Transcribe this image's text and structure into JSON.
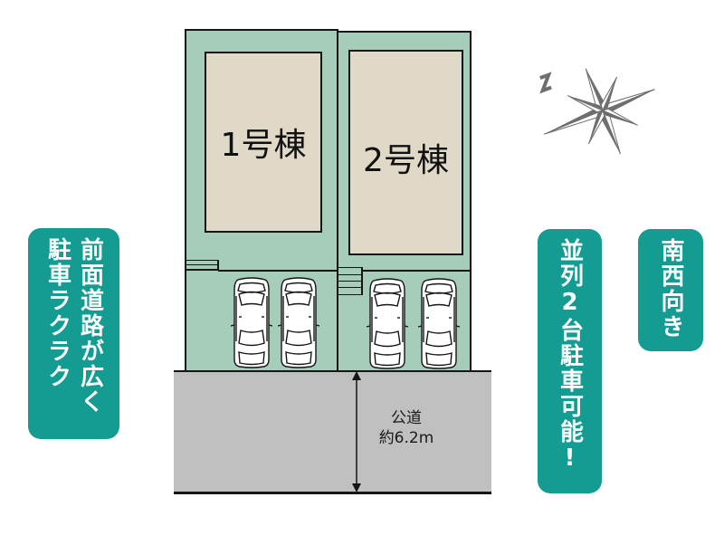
{
  "site_plan": {
    "lots": [
      {
        "id": 1,
        "label": "1号棟",
        "parking_spaces": 2
      },
      {
        "id": 2,
        "label": "2号棟",
        "parking_spaces": 2
      }
    ],
    "road": {
      "label_line1": "公道",
      "label_line2": "約6.2m"
    },
    "compass": {
      "north_label": "N",
      "icon": "compass-rose-icon"
    }
  },
  "badges": {
    "front_road": {
      "line1": "前面道路が広く",
      "line2": "駐車ラクラク"
    },
    "parking": {
      "text": "並列2台駐車可能!"
    },
    "orientation": {
      "text": "南西向き"
    }
  },
  "colors": {
    "lot_green": "#a5cdb9",
    "building_beige": "#e0d9c8",
    "road_gray": "#c0c0c0",
    "badge_teal": "#159c92",
    "compass_gray": "#6e6e6e"
  }
}
